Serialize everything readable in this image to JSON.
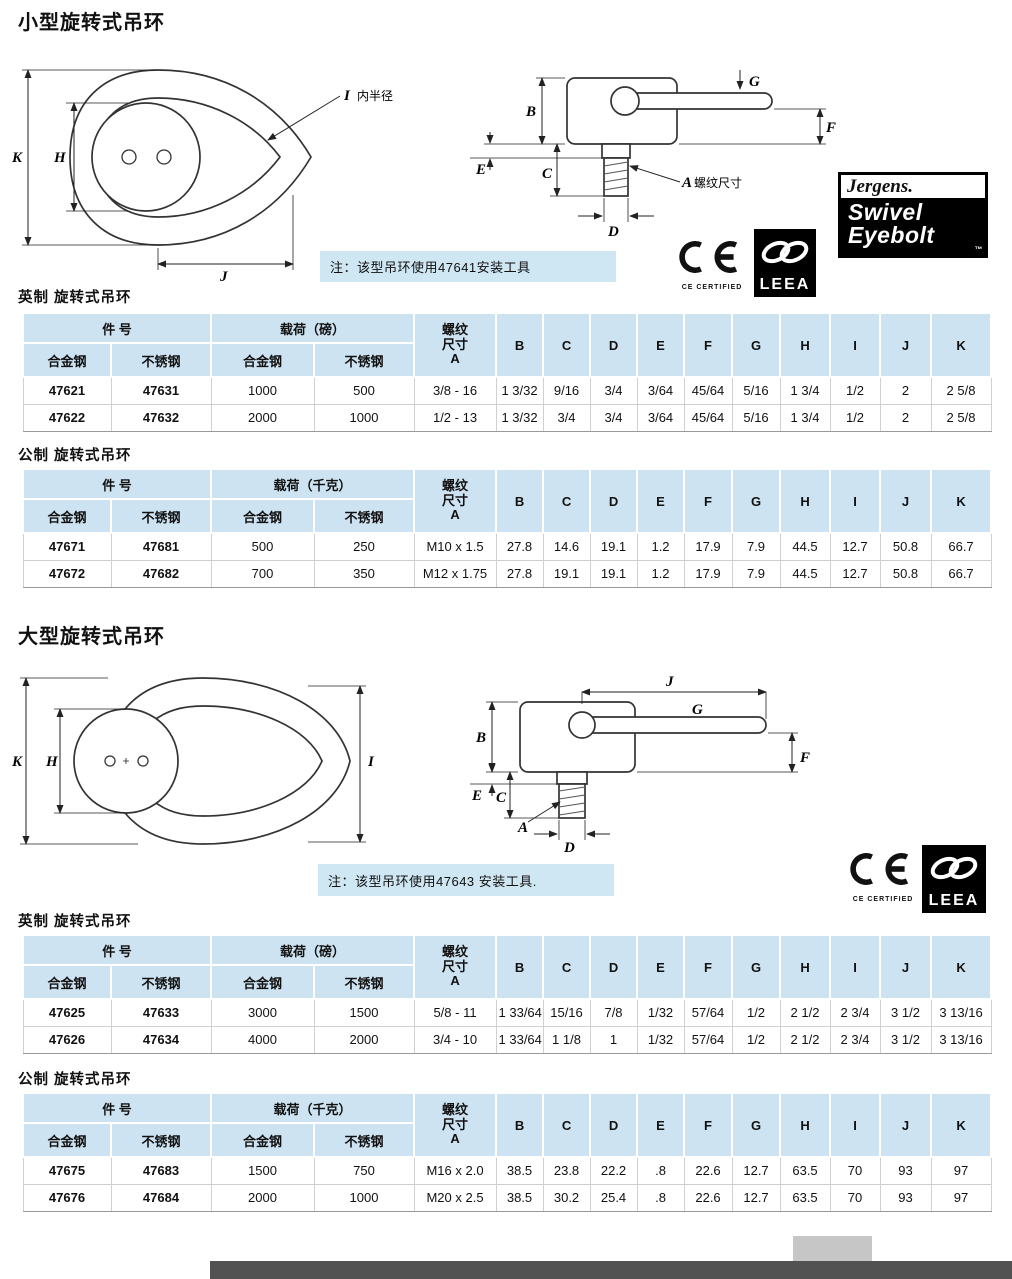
{
  "page": {
    "title_small": "小型旋转式吊环",
    "title_large": "大型旋转式吊环"
  },
  "notes": {
    "small": "注：该型吊环使用47641安装工具",
    "large": "注：该型吊环使用47643 安装工具."
  },
  "logos": {
    "jergens": "Jergens.",
    "swivel": "Swivel",
    "eyebolt": "Eyebolt",
    "tm": "™",
    "ce_certified": "CE CERTIFIED",
    "leea": "LEEA"
  },
  "diagram": {
    "letters": {
      "A": "A",
      "B": "B",
      "C": "C",
      "D": "D",
      "E": "E",
      "F": "F",
      "G": "G",
      "H": "H",
      "I": "I",
      "J": "J",
      "K": "K"
    },
    "inner_radius": "内半径",
    "thread_size": "螺纹尺寸"
  },
  "table_headers": {
    "part_no": "件  号",
    "alloy": "合金钢",
    "stainless": "不锈钢",
    "thread_l1": "螺纹",
    "thread_l2": "尺寸",
    "thread_l3": "A",
    "dims": [
      "B",
      "C",
      "D",
      "E",
      "F",
      "G",
      "H",
      "I",
      "J",
      "K"
    ]
  },
  "tables": [
    {
      "section": "英制 旋转式吊环",
      "load_label": "载荷（磅）",
      "rows": [
        [
          "47621",
          "47631",
          "1000",
          "500",
          "3/8 - 16",
          "1 3/32",
          "9/16",
          "3/4",
          "3/64",
          "45/64",
          "5/16",
          "1 3/4",
          "1/2",
          "2",
          "2 5/8"
        ],
        [
          "47622",
          "47632",
          "2000",
          "1000",
          "1/2 - 13",
          "1 3/32",
          "3/4",
          "3/4",
          "3/64",
          "45/64",
          "5/16",
          "1 3/4",
          "1/2",
          "2",
          "2 5/8"
        ]
      ]
    },
    {
      "section": "公制 旋转式吊环",
      "load_label": "载荷（千克）",
      "rows": [
        [
          "47671",
          "47681",
          "500",
          "250",
          "M10 x 1.5",
          "27.8",
          "14.6",
          "19.1",
          "1.2",
          "17.9",
          "7.9",
          "44.5",
          "12.7",
          "50.8",
          "66.7"
        ],
        [
          "47672",
          "47682",
          "700",
          "350",
          "M12 x 1.75",
          "27.8",
          "19.1",
          "19.1",
          "1.2",
          "17.9",
          "7.9",
          "44.5",
          "12.7",
          "50.8",
          "66.7"
        ]
      ]
    },
    {
      "section": "英制 旋转式吊环",
      "load_label": "载荷（磅）",
      "rows": [
        [
          "47625",
          "47633",
          "3000",
          "1500",
          "5/8 - 11",
          "1 33/64",
          "15/16",
          "7/8",
          "1/32",
          "57/64",
          "1/2",
          "2 1/2",
          "2 3/4",
          "3 1/2",
          "3 13/16"
        ],
        [
          "47626",
          "47634",
          "4000",
          "2000",
          "3/4 - 10",
          "1 33/64",
          "1 1/8",
          "1",
          "1/32",
          "57/64",
          "1/2",
          "2 1/2",
          "2 3/4",
          "3 1/2",
          "3 13/16"
        ]
      ]
    },
    {
      "section": "公制 旋转式吊环",
      "load_label": "载荷（千克）",
      "rows": [
        [
          "47675",
          "47683",
          "1500",
          "750",
          "M16 x 2.0",
          "38.5",
          "23.8",
          "22.2",
          ".8",
          "22.6",
          "12.7",
          "63.5",
          "70",
          "93",
          "97"
        ],
        [
          "47676",
          "47684",
          "2000",
          "1000",
          "M20 x 2.5",
          "38.5",
          "30.2",
          "25.4",
          ".8",
          "22.6",
          "12.7",
          "63.5",
          "70",
          "93",
          "97"
        ]
      ]
    }
  ]
}
